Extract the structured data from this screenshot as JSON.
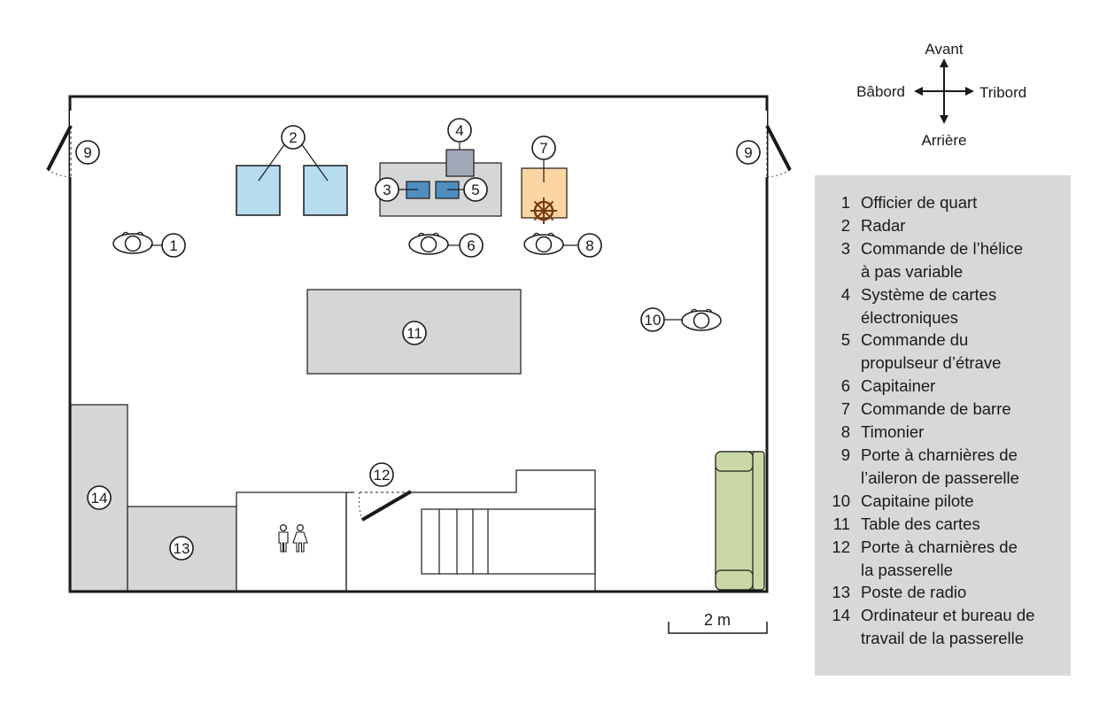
{
  "compass": {
    "forward": "Avant",
    "port": "Bâbord",
    "starboard": "Tribord",
    "aft": "Arrière"
  },
  "callouts": [
    "1",
    "2",
    "3",
    "4",
    "5",
    "6",
    "7",
    "8",
    "9",
    "10",
    "11",
    "12",
    "13",
    "14"
  ],
  "scale": {
    "label": "2 m"
  },
  "legend": [
    {
      "key": "1",
      "text": "Officier de quart"
    },
    {
      "key": "2",
      "text": "Radar"
    },
    {
      "key": "3",
      "text": "Commande de l’hélice\nà pas variable"
    },
    {
      "key": "4",
      "text": "Système de cartes\nélectroniques"
    },
    {
      "key": "5",
      "text": "Commande du\npropulseur d’étrave"
    },
    {
      "key": "6",
      "text": "Capitainer"
    },
    {
      "key": "7",
      "text": "Commande de barre"
    },
    {
      "key": "8",
      "text": "Timonier"
    },
    {
      "key": "9",
      "text": "Porte à charnières de\nl’aileron de passerelle"
    },
    {
      "key": "10",
      "text": "Capitaine pilote"
    },
    {
      "key": "11",
      "text": "Table des cartes"
    },
    {
      "key": "12",
      "text": "Porte à charnières de\nla passerelle"
    },
    {
      "key": "13",
      "text": "Poste de radio"
    },
    {
      "key": "14",
      "text": "Ordinateur et bureau de\ntravail de la passerelle"
    }
  ],
  "colors": {
    "wall": "#1a1a1a",
    "radar": "#b7dcef",
    "console": "#d6d6d6",
    "control": "#4f8fbf",
    "ecdis": "#a2a8b8",
    "steering": "#fbd6a2",
    "wheel": "#7a3a10",
    "chart_table": "#d6d6d6",
    "workstation": "#d6d6d6",
    "sofa": "#c9d8a6",
    "legend_bg": "#d8d8d8"
  },
  "icons": {
    "person": "person-topview-icon",
    "wheel": "ship-wheel-icon",
    "toilet": "restroom-icon",
    "stairs": "stairs-icon",
    "sofa": "sofa-icon"
  }
}
